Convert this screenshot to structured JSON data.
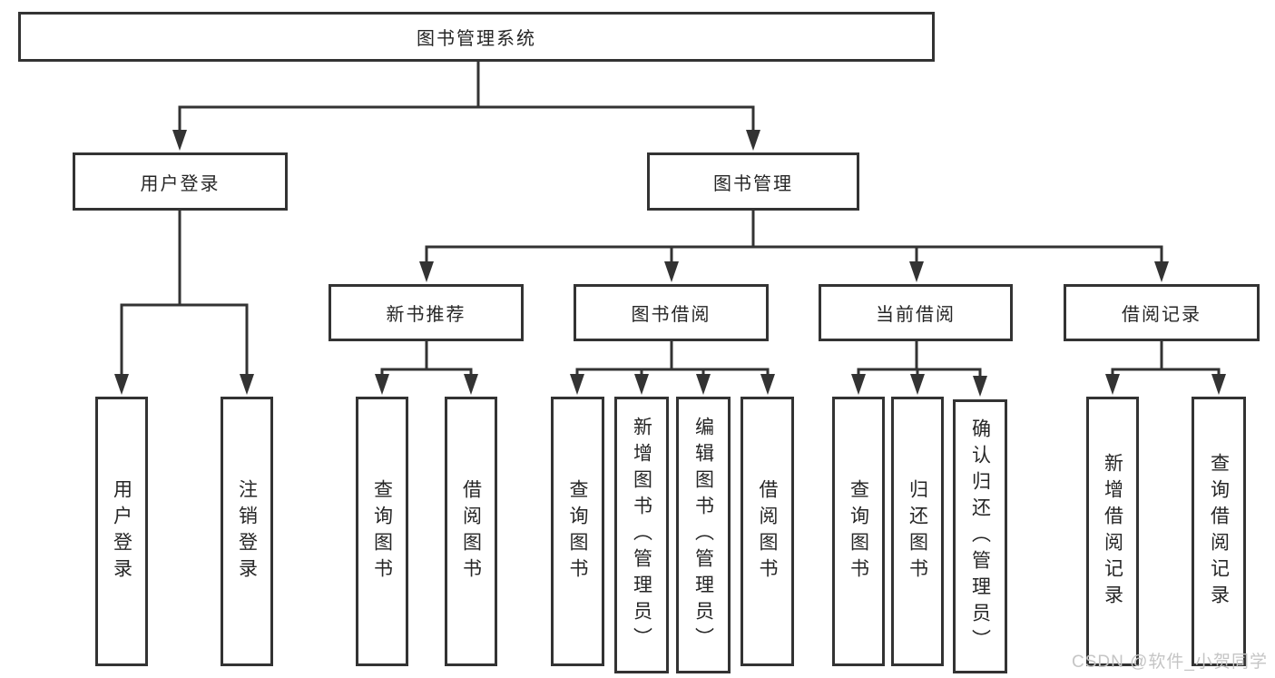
{
  "diagram": {
    "root": {
      "label": "图书管理系统"
    },
    "branches": [
      {
        "label": "用户登录",
        "children": [
          {
            "label": "用户登录"
          },
          {
            "label": "注销登录"
          }
        ]
      },
      {
        "label": "图书管理",
        "children": [
          {
            "label": "新书推荐",
            "children": [
              {
                "label": "查询图书"
              },
              {
                "label": "借阅图书"
              }
            ]
          },
          {
            "label": "图书借阅",
            "children": [
              {
                "label": "查询图书"
              },
              {
                "label": "新增图书（管理员）"
              },
              {
                "label": "编辑图书（管理员）"
              },
              {
                "label": "借阅图书"
              }
            ]
          },
          {
            "label": "当前借阅",
            "children": [
              {
                "label": "查询图书"
              },
              {
                "label": "归还图书"
              },
              {
                "label": "确认归还（管理员）"
              }
            ]
          },
          {
            "label": "借阅记录",
            "children": [
              {
                "label": "新增借阅记录"
              },
              {
                "label": "查询借阅记录"
              }
            ]
          }
        ]
      }
    ]
  },
  "watermark": {
    "text": "CSDN @软件_小贺同学"
  },
  "colors": {
    "box_border": "#333333",
    "connector_line": "#333333",
    "text": "#262626",
    "background": "#ffffff",
    "watermark": "#c5c5c5"
  }
}
